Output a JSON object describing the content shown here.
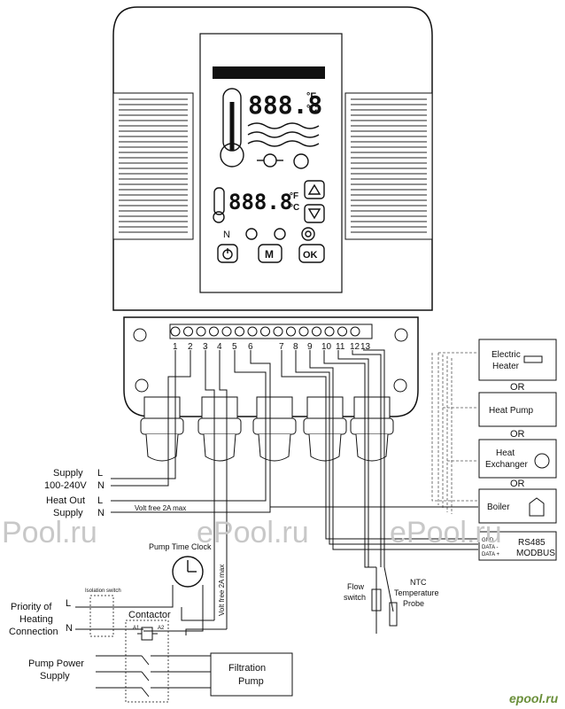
{
  "display": {
    "top_digits": "888.8",
    "bottom_digits": "888.8",
    "unit_f": "°F",
    "unit_c": "°C",
    "status_n": "N",
    "btn_m": "M",
    "btn_ok": "OK"
  },
  "terminals": [
    "1",
    "2",
    "3",
    "4",
    "5",
    "6",
    "7",
    "8",
    "9",
    "10",
    "11",
    "12",
    "13"
  ],
  "labels": {
    "supply": "Supply",
    "supply_voltage": "100-240V",
    "L": "L",
    "N": "N",
    "heat_out": "Heat Out",
    "heat_out_supply": "Supply",
    "volt_free_h": "Volt free 2A max",
    "volt_free_v": "Volt free 2A max",
    "pump_time_clock": "Pump Time Clock",
    "priority_1": "Priority of",
    "priority_2": "Heating",
    "priority_3": "Connection",
    "isolation_switch": "Isolation switch",
    "contactor": "Contactor",
    "a1": "A1",
    "a2": "A2",
    "pump_power_1": "Pump Power",
    "pump_power_2": "Supply",
    "filtration_1": "Filtration",
    "filtration_2": "Pump",
    "flow_1": "Flow",
    "flow_2": "switch",
    "ntc_1": "NTC",
    "ntc_2": "Temperature",
    "ntc_3": "Probe",
    "gnd": "GND",
    "data_minus": "DATA -",
    "data_plus": "DATA +",
    "rs485": "RS485",
    "modbus": "MODBUS"
  },
  "heaters": {
    "electric_1": "Electric",
    "electric_2": "Heater",
    "or": "OR",
    "heat_pump": "Heat Pump",
    "exchanger_1": "Heat",
    "exchanger_2": "Exchanger",
    "boiler": "Boiler"
  },
  "watermark": {
    "text1": "Pool.ru",
    "text2": "ePool.ru",
    "text3": "ePool.ru",
    "corner": "epool.ru"
  }
}
